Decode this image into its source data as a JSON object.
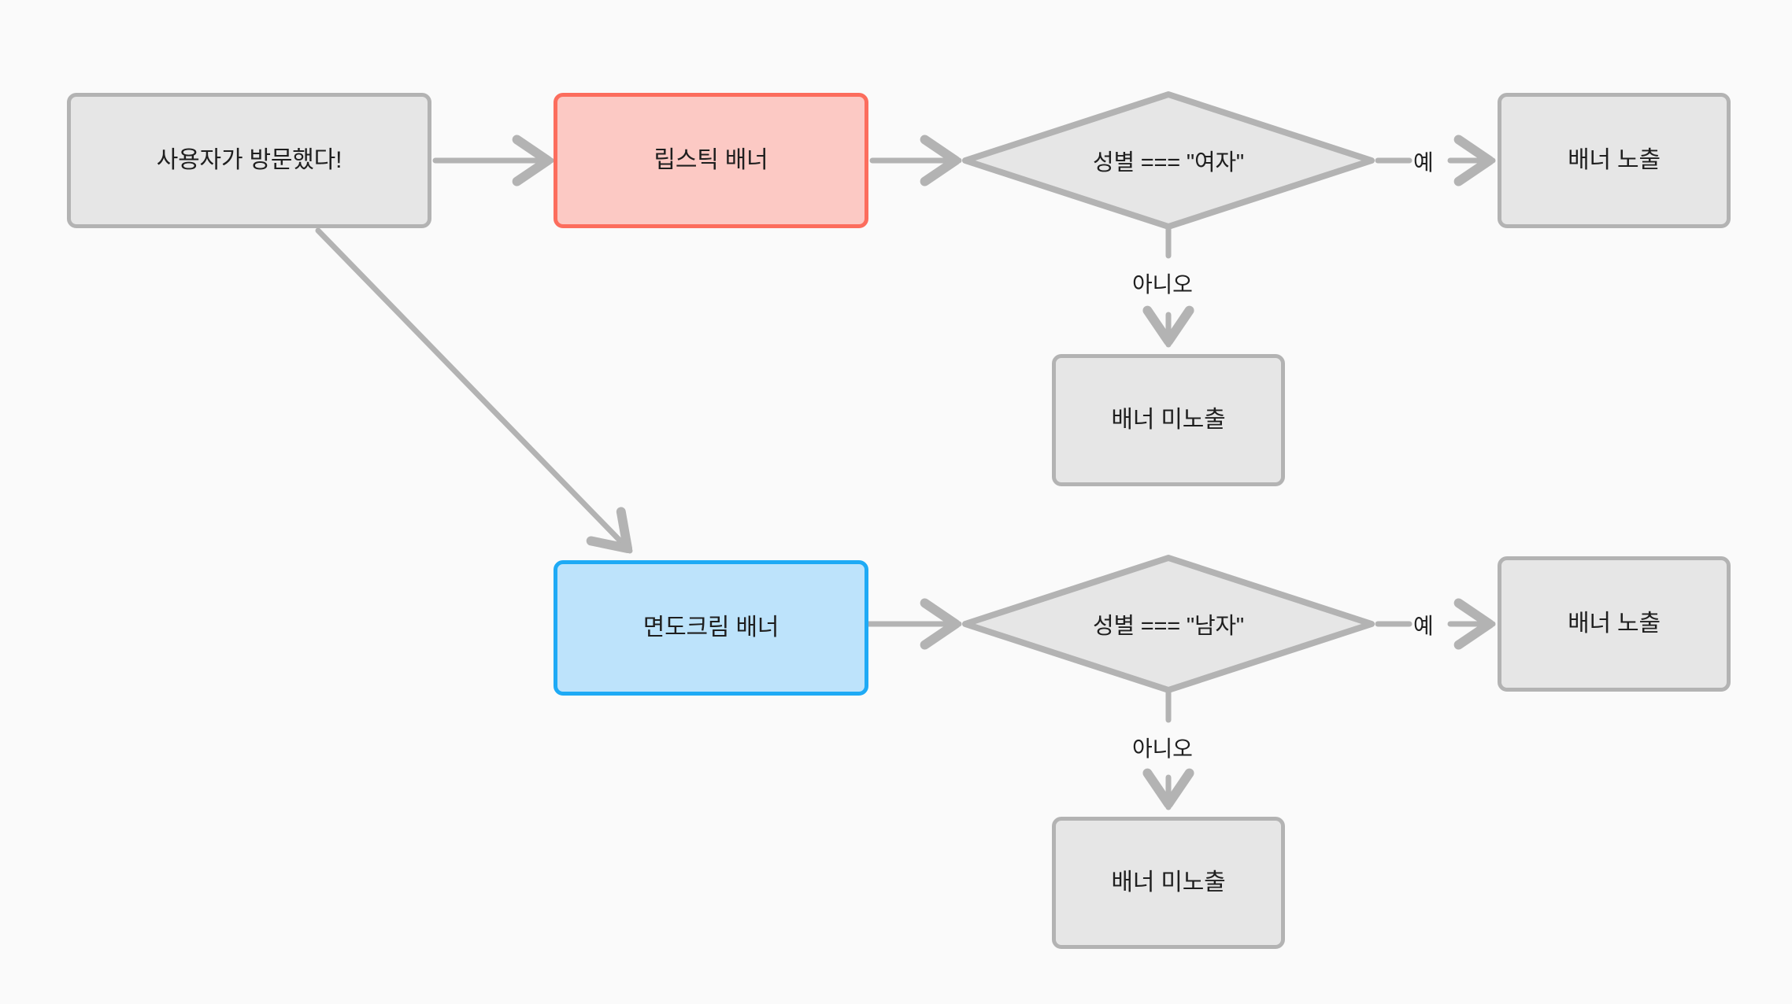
{
  "diagram": {
    "type": "flowchart",
    "title": "",
    "background_color": "#fafafa",
    "colors": {
      "default_fill": "#e6e6e6",
      "default_stroke": "#b3b3b3",
      "red_fill": "#fcc9c4",
      "red_stroke": "#fc6d5d",
      "blue_fill": "#bde3fb",
      "blue_stroke": "#1eaaf5",
      "edge_stroke": "#b3b3b3",
      "text": "#1f1f1f"
    },
    "nodes": [
      {
        "id": "start",
        "shape": "rounded-rect",
        "style": "plain",
        "label": "사용자가 방문했다!"
      },
      {
        "id": "lipstick",
        "shape": "rounded-rect",
        "style": "red",
        "label": "립스틱 배너"
      },
      {
        "id": "cond_female",
        "shape": "diamond",
        "style": "plain",
        "label": "성별 === \"여자\""
      },
      {
        "id": "show_top",
        "shape": "rounded-rect",
        "style": "plain",
        "label": "배너 노출"
      },
      {
        "id": "hide_top",
        "shape": "rounded-rect",
        "style": "plain",
        "label": "배너 미노출"
      },
      {
        "id": "shavingcream",
        "shape": "rounded-rect",
        "style": "blue",
        "label": "면도크림 배너"
      },
      {
        "id": "cond_male",
        "shape": "diamond",
        "style": "plain",
        "label": "성별 === \"남자\""
      },
      {
        "id": "show_bottom",
        "shape": "rounded-rect",
        "style": "plain",
        "label": "배너 노출"
      },
      {
        "id": "hide_bottom",
        "shape": "rounded-rect",
        "style": "plain",
        "label": "배너 미노출"
      }
    ],
    "edges": [
      {
        "from": "start",
        "to": "lipstick",
        "label": ""
      },
      {
        "from": "start",
        "to": "shavingcream",
        "label": ""
      },
      {
        "from": "lipstick",
        "to": "cond_female",
        "label": ""
      },
      {
        "from": "cond_female",
        "to": "show_top",
        "label": "예"
      },
      {
        "from": "cond_female",
        "to": "hide_top",
        "label": "아니오"
      },
      {
        "from": "shavingcream",
        "to": "cond_male",
        "label": ""
      },
      {
        "from": "cond_male",
        "to": "show_bottom",
        "label": "예"
      },
      {
        "from": "cond_male",
        "to": "hide_bottom",
        "label": "아니오"
      }
    ],
    "edge_labels": {
      "yes_top": "예",
      "no_top": "아니오",
      "yes_bottom": "예",
      "no_bottom": "아니오"
    }
  }
}
